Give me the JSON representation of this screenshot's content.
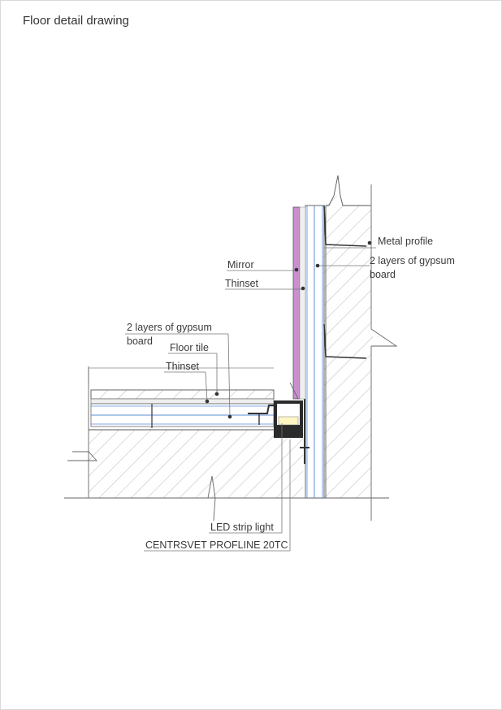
{
  "title": "Floor detail drawing",
  "labels": {
    "metal_profile": "Metal profile",
    "gypsum_wall_1": "2 layers of gypsum",
    "gypsum_wall_2": "board",
    "mirror": "Mirror",
    "thinset_wall": "Thinset",
    "gypsum_floor_1": "2 layers of gypsum",
    "gypsum_floor_2": "board",
    "floor_tile": "Floor tile",
    "thinset_floor": "Thinset",
    "led_strip": "LED strip light",
    "profile_name": "CENTRSVET PROFLINE 20TC"
  },
  "colors": {
    "mirror": "#c98fcf",
    "gypsum_line": "#5b8fd6",
    "line": "#4a4a4a",
    "hatch": "#9a9a9a",
    "led": "#fff6c4",
    "profile": "#2b2b2b"
  }
}
